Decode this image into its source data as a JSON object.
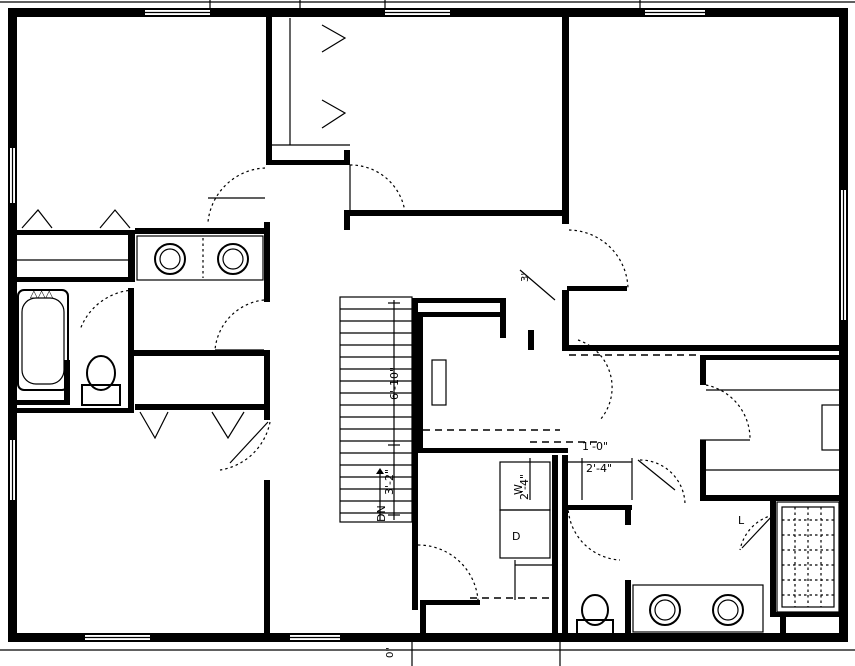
{
  "dimensions": {
    "dim_1": "3'-2\"",
    "dim_2": "6'-10\"",
    "dim_3": "1'-0\"",
    "dim_4": "2'-4\"",
    "dim_5": "2'-4\"",
    "dim_6": "DN",
    "dim_7": "D",
    "dim_8": "W",
    "dim_9": "L",
    "dim_10": "3'",
    "dim_11": "0\""
  }
}
